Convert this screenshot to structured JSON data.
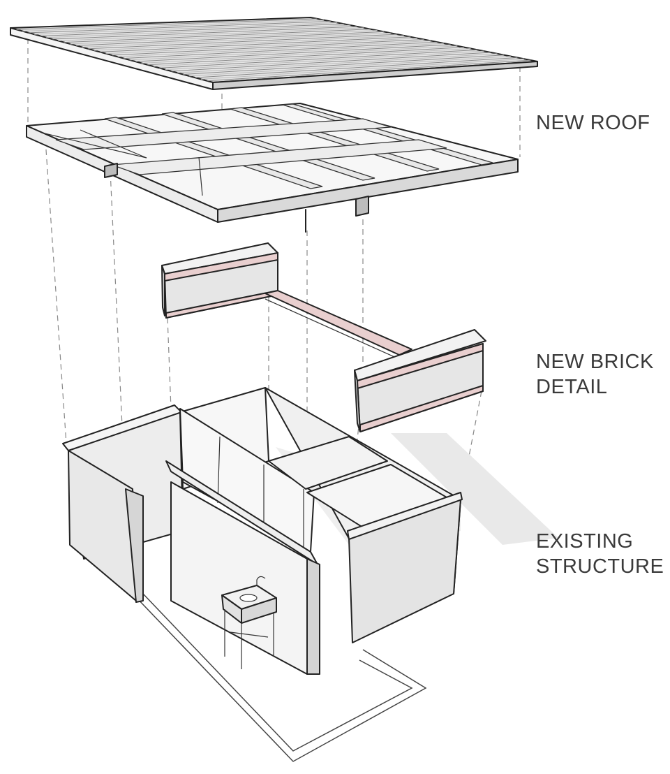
{
  "labels": {
    "roof": {
      "line1": "NEW ROOF"
    },
    "brick": {
      "line1": "NEW BRICK",
      "line2": "DETAIL"
    },
    "existing": {
      "line1": "EXISTING",
      "line2": "STRUCTURE"
    }
  },
  "colors": {
    "outline": "#222222",
    "wall_face": "#e6e6e6",
    "shadow": "#e9e9e9",
    "brick_band": "#e9cfcf",
    "background": "#ffffff"
  }
}
